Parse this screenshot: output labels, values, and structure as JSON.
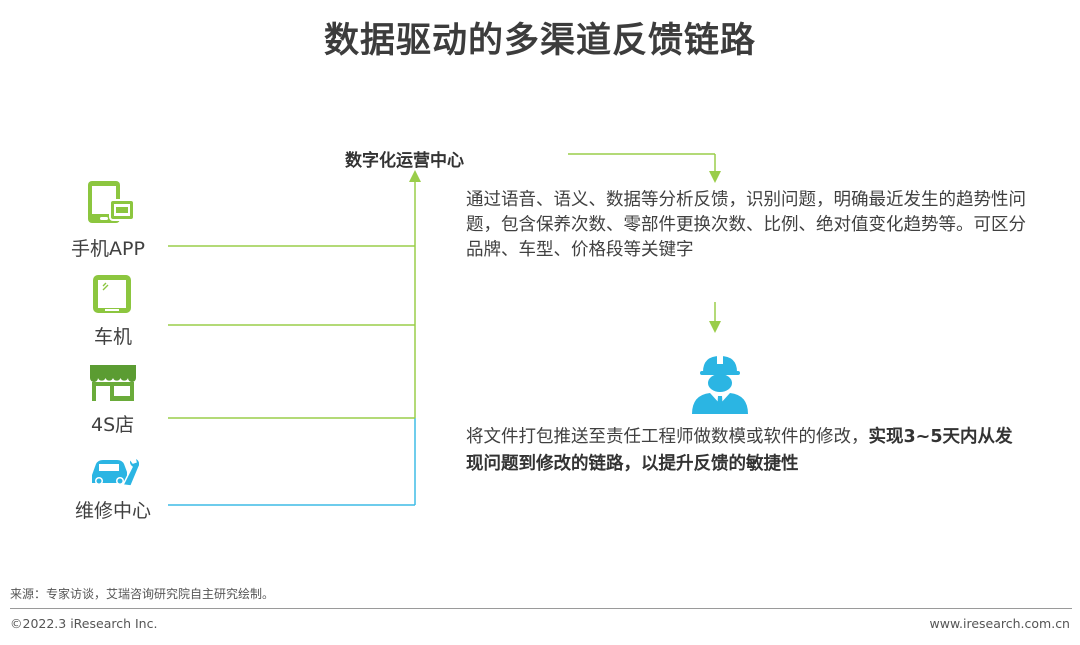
{
  "title": "数据驱动的多渠道反馈链路",
  "channels": [
    {
      "label": "手机APP",
      "icon": "mobile-tablet-icon"
    },
    {
      "label": "车机",
      "icon": "car-tablet-icon"
    },
    {
      "label": "4S店",
      "icon": "store-icon"
    },
    {
      "label": "维修中心",
      "icon": "car-wrench-icon"
    }
  ],
  "center": {
    "label": "数字化运营中心"
  },
  "analysis_text": "通过语音、语义、数据等分析反馈，识别问题，明确最近发生的趋势性问题，包含保养次数、零部件更换次数、比例、绝对值变化趋势等。可区分品牌、车型、价格段等关键字",
  "action": {
    "text_normal": "将文件打包推送至责任工程师做数模或软件的修改，",
    "text_bold": "实现3~5天内从发现问题到修改的链路，以提升反馈的敏捷性",
    "icon": "engineer-icon"
  },
  "footer": {
    "source": "来源：专家访谈，艾瑞咨询研究院自主研究绘制。",
    "copyright": "©2022.3 iResearch Inc.",
    "website": "www.iresearch.com.cn"
  },
  "colors": {
    "green": "#8cc63f",
    "line_green": "#9acd4a",
    "cyan": "#2bb5e3",
    "line_cyan": "#3fbce6",
    "title": "#3c3c3c"
  }
}
